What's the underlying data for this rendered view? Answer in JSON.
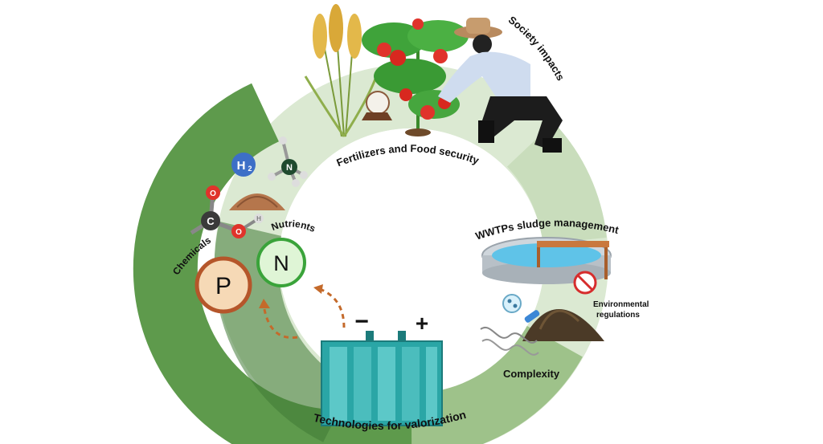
{
  "labels": {
    "society": "Society impacts",
    "fertilizers": "Fertilizers and Food security",
    "wwtp": "WWTPs sludge management",
    "env_line1": "Environmental",
    "env_line2": "regulations",
    "complexity": "Complexity",
    "technologies": "Technologies for valorization",
    "chemicals": "Chemicals",
    "nutrients": "Nutrients"
  },
  "symbols": {
    "phosphorus": "P",
    "nitrogen": "N",
    "minus": "−",
    "plus": "+",
    "hydrogen": "H",
    "hydrogen_sub": "2",
    "carbon": "C",
    "oxygen": "O"
  },
  "colors": {
    "ring_light": "#dbe9d2",
    "ring_mid": "#9ec28a",
    "ring_dark": "#5e9a4c",
    "ring_darkest": "#3f7a34",
    "cell_teal": "#2aa6a6",
    "phosphorus_fill": "#f6d9b6",
    "phosphorus_ring": "#b5562a",
    "nitrogen_fill": "#dff5d6",
    "nitrogen_ring": "#3aa33a",
    "arrow": "#c46a2b"
  }
}
